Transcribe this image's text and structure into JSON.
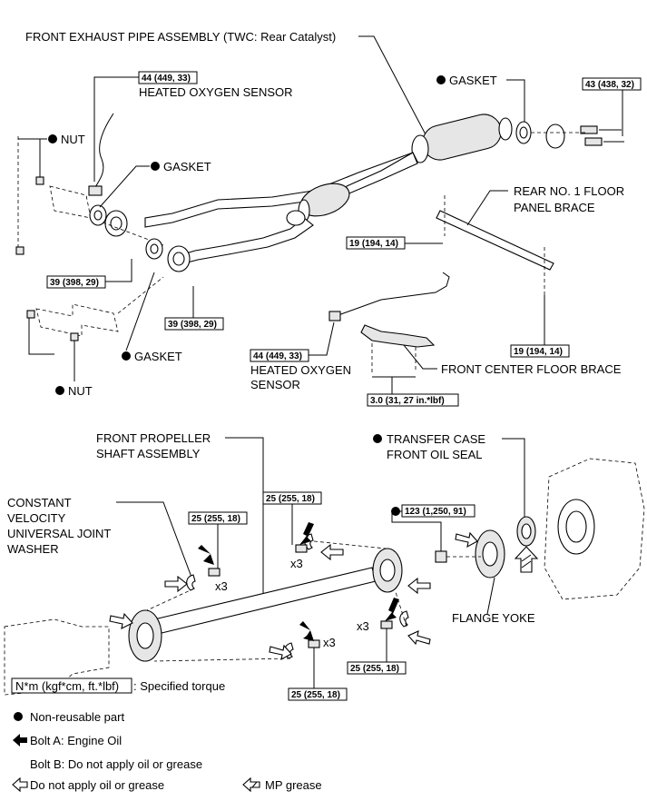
{
  "callouts": {
    "front_exhaust_pipe": "FRONT EXHAUST PIPE ASSEMBLY (TWC: Rear Catalyst)",
    "heated_oxygen_sensor_top": "HEATED OXYGEN SENSOR",
    "nut_top": "NUT",
    "gasket_left_upper": "GASKET",
    "gasket_rear": "GASKET",
    "rear_floor_brace_line1": "REAR NO. 1 FLOOR",
    "rear_floor_brace_line2": "PANEL BRACE",
    "heated_oxygen_sensor_lower_line1": "HEATED OXYGEN",
    "heated_oxygen_sensor_lower_line2": "SENSOR",
    "front_center_floor_brace": "FRONT CENTER FLOOR BRACE",
    "gasket_left_lower": "GASKET",
    "nut_bottom": "NUT",
    "front_propeller_line1": "FRONT PROPELLER",
    "front_propeller_line2": "SHAFT ASSEMBLY",
    "transfer_seal_line1": "TRANSFER CASE",
    "transfer_seal_line2": "FRONT OIL SEAL",
    "cv_washer_line1": "CONSTANT",
    "cv_washer_line2": "VELOCITY",
    "cv_washer_line3": "UNIVERSAL JOINT",
    "cv_washer_line4": "WASHER",
    "flange_yoke": "FLANGE YOKE",
    "x3_a": "x3",
    "x3_b": "x3",
    "x3_c": "x3",
    "x3_d": "x3"
  },
  "torques": {
    "t_44_top": "44 (449, 33)",
    "t_43_rear": "43 (438, 32)",
    "t_19_brace_a": "19 (194, 14)",
    "t_39_a": "39 (398, 29)",
    "t_39_b": "39 (398, 29)",
    "t_44_lower": "44 (449, 33)",
    "t_19_brace_b": "19 (194, 14)",
    "t_3_0": "3.0 (31, 27 in.*lbf)",
    "t_25_a": "25 (255, 18)",
    "t_25_b": "25 (255, 18)",
    "t_123": "123 (1,250, 91)",
    "t_25_c": "25 (255, 18)",
    "t_25_d": "25 (255, 18)"
  },
  "legend": {
    "torque_unit_box": "N*m (kgf*cm, ft.*lbf)",
    "torque_unit_desc": ": Specified torque",
    "non_reusable": "Non-reusable part",
    "bolt_a": "Bolt A: Engine Oil",
    "bolt_b": "Bolt B: Do not apply oil or grease",
    "no_oil": "Do not apply oil or grease",
    "mp_grease": "MP grease"
  }
}
